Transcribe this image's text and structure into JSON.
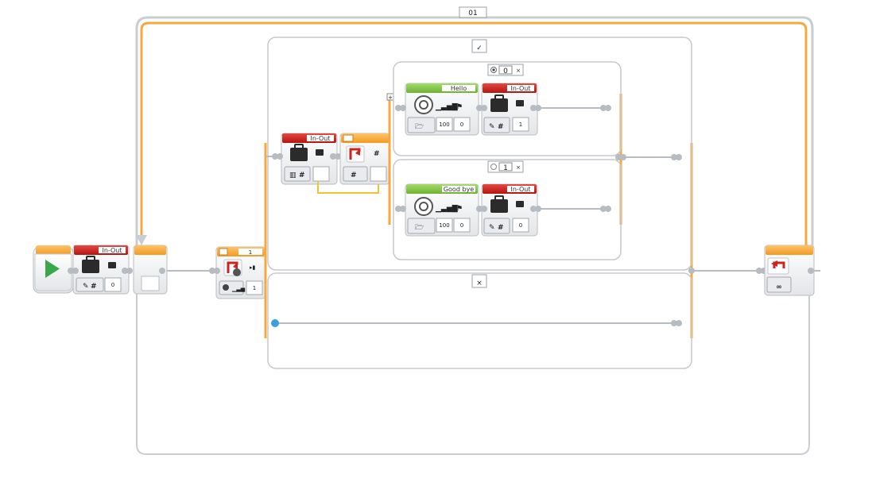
{
  "loop": {
    "name": "01",
    "mode_symbol": "∞"
  },
  "switch_outer": {
    "true_symbol": "✓",
    "false_symbol": "×"
  },
  "switch_inner": {
    "case0_value": "0",
    "case1_value": "1",
    "case_close": "×"
  },
  "blocks": {
    "var_start": {
      "title": "In-Out",
      "value": "0"
    },
    "compare": {
      "value": "1"
    },
    "var_read": {
      "title": "In-Out"
    },
    "var_case0": {
      "title": "In-Out",
      "value": "1"
    },
    "var_case1": {
      "title": "In-Out",
      "value": "0"
    },
    "sound_hello": {
      "title": "Hello",
      "volume": "100",
      "play_type": "0"
    },
    "sound_goodbye": {
      "title": "Good bye",
      "volume": "100",
      "play_type": "0"
    }
  },
  "colors": {
    "flow": "#f7a53a",
    "flow_dark": "#e8871d",
    "variable": "#c8201b",
    "action": "#7cc242",
    "wire": "#b7bcc2",
    "data_wire": "#f2c232"
  }
}
